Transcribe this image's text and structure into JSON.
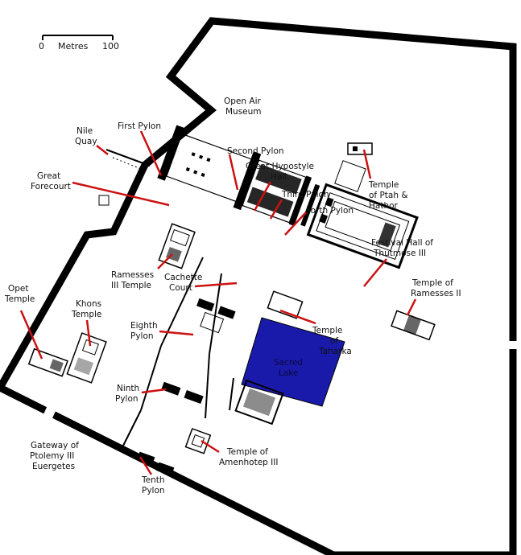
{
  "scale_bar": {
    "start": "0",
    "unit": "Metres",
    "end": "100"
  },
  "labels": {
    "open_air_museum": [
      "Open Air",
      "Museum"
    ],
    "nile_quay": [
      "Nile",
      "Quay"
    ],
    "first_pylon": [
      "First Pylon"
    ],
    "great_forecourt": [
      "Great",
      "Forecourt"
    ],
    "second_pylon": [
      "Second Pylon"
    ],
    "great_hypostyle_hall": [
      "Great Hypostyle",
      "Hall"
    ],
    "third_pylon": [
      "Third Pylon"
    ],
    "forth_pylon": [
      "Forth Pylon"
    ],
    "temple_ptah_hathor": [
      "Temple",
      "of Ptah &",
      "Hathor"
    ],
    "festival_hall": [
      "Festival Hall of",
      "Thutmose III"
    ],
    "ramesses_iii_temple": [
      "Ramesses",
      "III Temple"
    ],
    "cachette_court": [
      "Cachette",
      "Court"
    ],
    "temple_ramesses_ii": [
      "Temple of",
      "Ramesses II"
    ],
    "opet_temple": [
      "Opet",
      "Temple"
    ],
    "khons_temple": [
      "Khons",
      "Temple"
    ],
    "eighth_pylon": [
      "Eighth",
      "Pylon"
    ],
    "temple_taharka": [
      "Temple",
      "of",
      "Taharka"
    ],
    "sacred_lake": [
      "Sacred",
      "Lake"
    ],
    "ninth_pylon": [
      "Ninth",
      "Pylon"
    ],
    "gateway_ptolemy": [
      "Gateway of",
      "Ptolemy III",
      "Euergetes"
    ],
    "temple_amenhotep": [
      "Temple of",
      "Amenhotep III"
    ],
    "tenth_pylon": [
      "Tenth",
      "Pylon"
    ]
  },
  "colors": {
    "wall": "#000000",
    "leader": "#cc1111",
    "lake": "#1a1aaa",
    "background": "#ffffff"
  }
}
